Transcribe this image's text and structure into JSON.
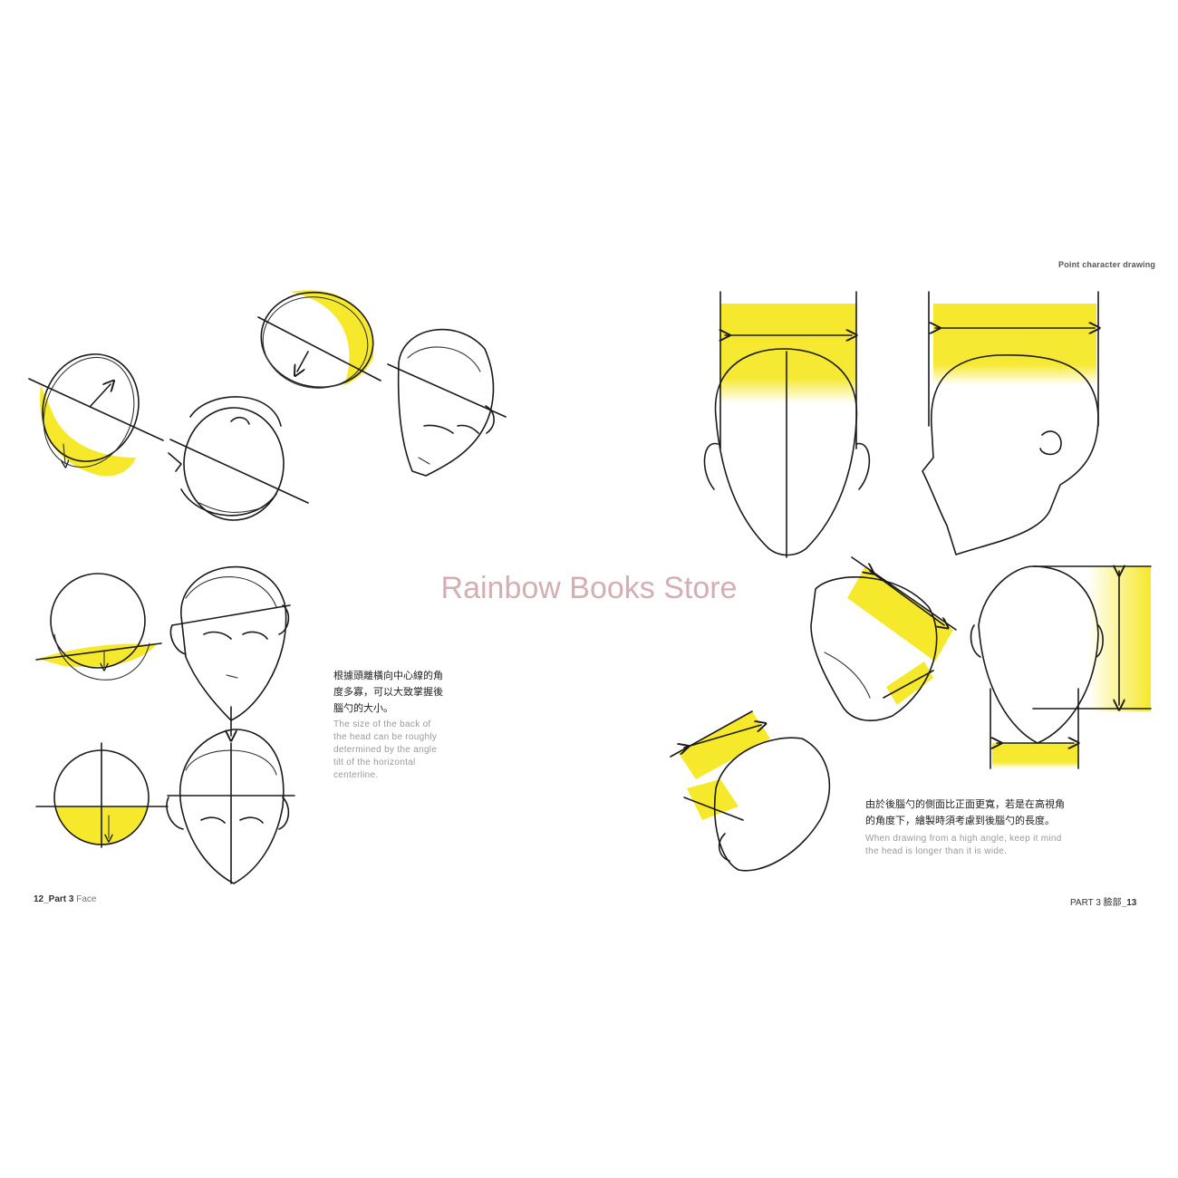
{
  "page": {
    "header": "Point character drawing",
    "left": {
      "caption_cn": [
        "根據頭離橫向中心線的角",
        "度多寡，可以大致掌握後",
        "腦勺的大小。"
      ],
      "caption_en": [
        "The size of the back of",
        "the head can be roughly",
        "determined by the angle",
        "tilt of the horizontal",
        "centerline."
      ],
      "folio_num": "12",
      "folio_part": "_Part 3",
      "folio_title": "Face"
    },
    "right": {
      "caption_cn": [
        "由於後腦勺的側面比正面更寬，若是在高視角",
        "的角度下，繪製時須考慮到後腦勺的長度。"
      ],
      "caption_en": [
        "When drawing from a high angle, keep it mind",
        "the head is longer than it is wide."
      ],
      "folio_part": "PART 3 臉部",
      "folio_num": "_13"
    },
    "watermark": "Rainbow Books Store"
  },
  "colors": {
    "highlight": "#f6e82a",
    "line": "#1a1a1a",
    "watermark": "#cda0a5"
  }
}
